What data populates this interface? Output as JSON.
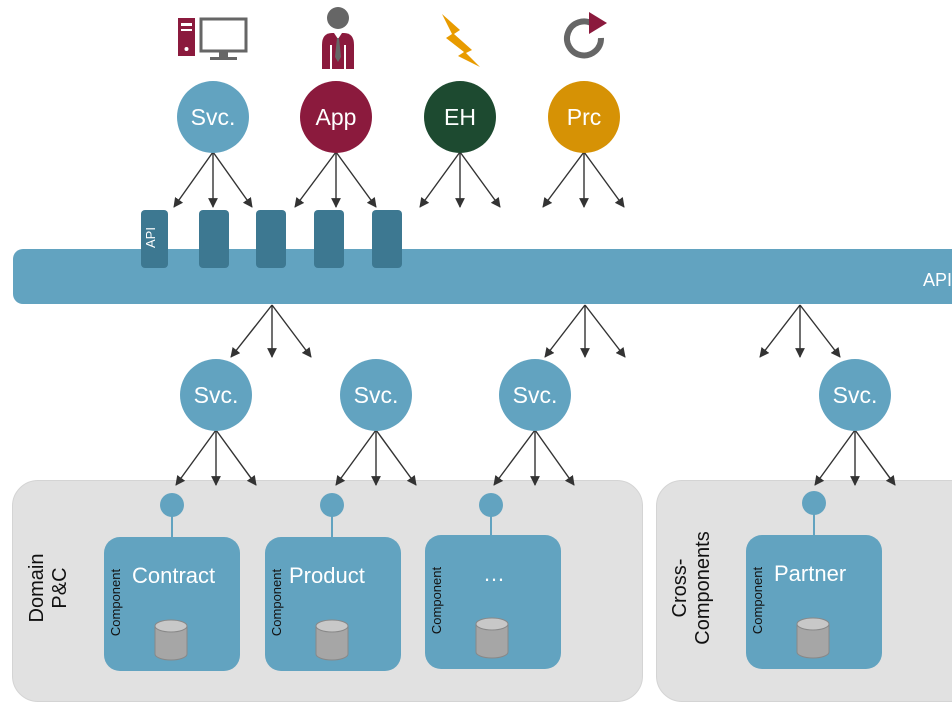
{
  "top": {
    "svc_label": "Svc.",
    "app_label": "App",
    "eh_label": "EH",
    "prc_label": "Prc"
  },
  "bus": {
    "label": "API",
    "port_label": "API"
  },
  "middle_services": [
    "Svc.",
    "Svc.",
    "Svc.",
    "Svc."
  ],
  "domains": {
    "pc_label": "Domain\nP&C",
    "cross_label": "Cross-\nComponents"
  },
  "components": [
    {
      "tag": "Component",
      "name": "Contract"
    },
    {
      "tag": "Component",
      "name": "Product"
    },
    {
      "tag": "Component",
      "name": "…"
    },
    {
      "tag": "Component",
      "name": "Partner"
    }
  ],
  "colors": {
    "service_blue": "#62a3c0",
    "port_blue": "#3d7891",
    "app_maroon": "#8b1a3d",
    "eh_green": "#1d4a30",
    "prc_orange": "#d69205",
    "lightning_orange": "#e89b00",
    "domain_gray": "#e1e1e1",
    "cylinder_gray": "#a6a6a6"
  },
  "icons": [
    "computer-icon",
    "user-icon",
    "lightning-icon",
    "refresh-icon",
    "database-icon"
  ]
}
